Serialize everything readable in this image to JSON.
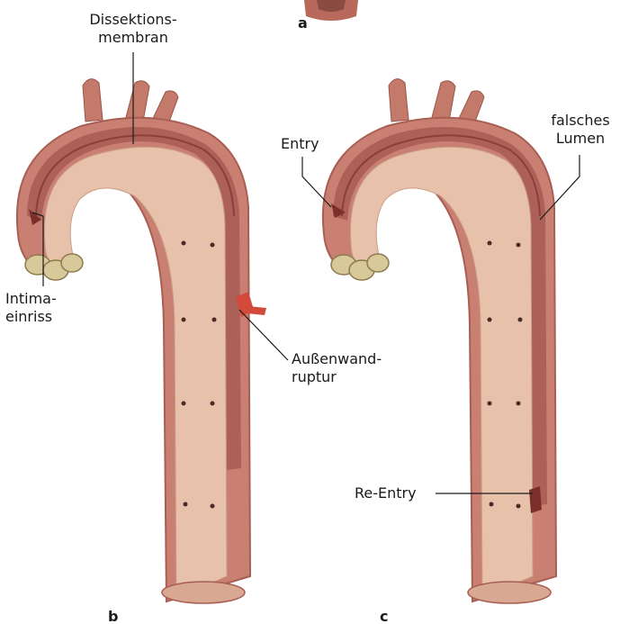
{
  "panel_letters": {
    "a": "a",
    "b": "b",
    "c": "c"
  },
  "labels": {
    "dissection_membrane": [
      "Dissektions-",
      "membran"
    ],
    "intimal_tear": [
      "Intima-",
      "einriss"
    ],
    "outer_wall_rupture": [
      "Außenwand-",
      "ruptur"
    ],
    "entry": "Entry",
    "false_lumen": [
      "falsches",
      "Lumen"
    ],
    "re_entry": "Re-Entry"
  },
  "colors": {
    "vessel_outer": "#c98073",
    "vessel_inner": "#e8c1ab",
    "vessel_wall": "#b8665a",
    "false_lumen": "#a85a52",
    "valve": "#d8c99a",
    "rupture": "#d44a3a",
    "leader_line": "#1a1a1a"
  }
}
